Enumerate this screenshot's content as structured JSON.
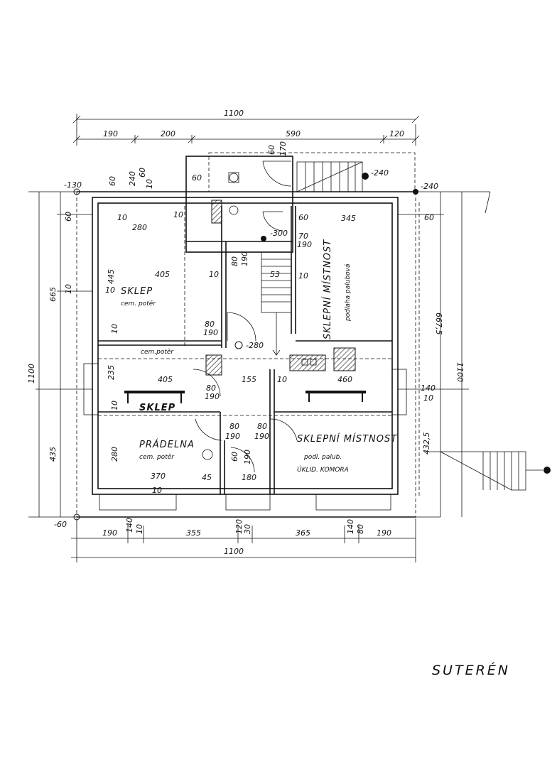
{
  "sheet_title": "SUTERÉN",
  "rooms": {
    "sklep_top": "SKLEP",
    "sklep_top_floor": "cem. potěr",
    "sklep_mid": "SKLEP",
    "sklep_mid_floor": "cem.potěr",
    "pradelna": "PRÁDELNA",
    "pradelna_floor": "cem. potěr",
    "sklepni_top": "SKLEPNÍ MÍSTNOST",
    "sklepni_top_floor": "podlaha palubová",
    "sklepni_bottom": "SKLEPNÍ MÍSTNOST",
    "sklepni_bottom_floor": "podl. palub.",
    "sklepni_bottom_extra": "ÚKLID. KOMORA"
  },
  "levels": {
    "right_top": "-240",
    "right_top_inner": "-240",
    "left_top": "-130",
    "bottom_left": "-60",
    "center": "-280",
    "stair_top": "-300"
  },
  "dims": {
    "top_total": "1100",
    "top_1": "190",
    "top_2": "200",
    "top_3": "590",
    "top_4": "120",
    "bottom_total": "1100",
    "bottom_1": "190",
    "bottom_2": "140",
    "bottom_3": "10",
    "bottom_4": "355",
    "bottom_5": "120",
    "bottom_6": "30",
    "bottom_7": "365",
    "bottom_8": "140",
    "bottom_9": "80",
    "bottom_10": "190",
    "left_total": "1100",
    "left_1": "665",
    "left_2": "435",
    "left_3": "60",
    "left_4": "10",
    "left_5": "10",
    "right_total": "1100",
    "right_1": "667,5",
    "right_2": "432,5",
    "right_3": "60",
    "right_4": "140",
    "right_5": "10",
    "d_240": "240",
    "d_60a": "60",
    "d_60b": "60",
    "d_10a": "10",
    "d_280a": "280",
    "d_405a": "405",
    "d_445": "445",
    "d_10b": "10",
    "d_10c": "10",
    "d_60c": "60",
    "d_60d": "60",
    "d_170": "170",
    "d_345": "345",
    "d_60e": "60",
    "d_235": "235",
    "d_405b": "405",
    "d_10d": "10",
    "d_80a": "80",
    "d_190a": "190",
    "d_155": "155",
    "d_10e": "10",
    "d_460": "460",
    "d_280b": "280",
    "d_370": "370",
    "d_10f": "10",
    "d_80b": "80",
    "d_190b": "190",
    "d_80c": "80",
    "d_190c": "190",
    "d_60f": "60",
    "d_190d": "190",
    "d_180": "180",
    "d_45": "45",
    "d_53": "53",
    "d_80d": "80",
    "d_190e": "190",
    "d_70": "70",
    "d_190f": "190",
    "d_80e": "80",
    "d_190g": "190",
    "d_10g": "10",
    "d_10h": "10",
    "d_10i": "10"
  }
}
